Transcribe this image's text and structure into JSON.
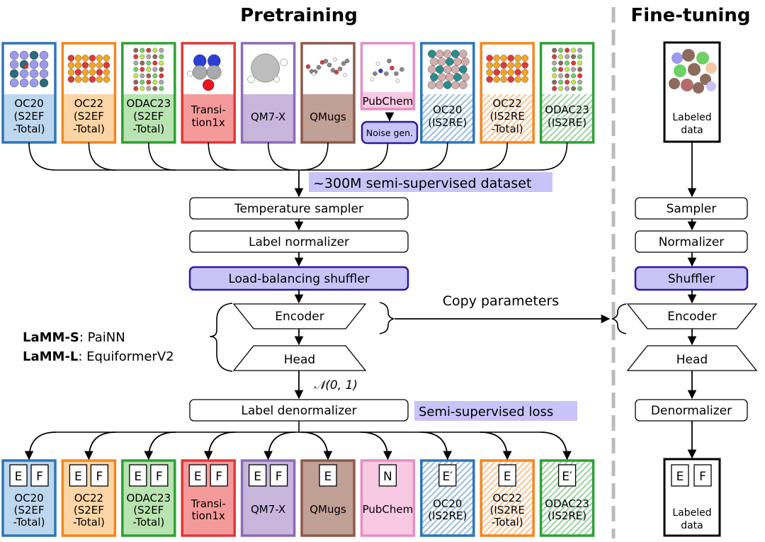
{
  "titles": {
    "pretraining": "Pretraining",
    "finetuning": "Fine-tuning"
  },
  "datasets": [
    {
      "id": "oc20",
      "lines": [
        "OC20",
        "(S2EF",
        "-Total)"
      ],
      "color": "#2e75b6",
      "light": "#bdd7ee",
      "style": "solid",
      "thumb": "purple-slab",
      "outputs": [
        "E",
        "F"
      ]
    },
    {
      "id": "oc22",
      "lines": [
        "OC22",
        "(S2EF",
        "-Total)"
      ],
      "color": "#f4861f",
      "light": "#fbd5a6",
      "style": "solid",
      "thumb": "orange-slab",
      "outputs": [
        "E",
        "F"
      ]
    },
    {
      "id": "odac23",
      "lines": [
        "ODAC23",
        "(S2EF",
        "-Total)"
      ],
      "color": "#2fa035",
      "light": "#b9e3b1",
      "style": "solid",
      "thumb": "mof-cube",
      "outputs": [
        "E",
        "F"
      ]
    },
    {
      "id": "transition1x",
      "lines": [
        "Transi-",
        "tion1x"
      ],
      "color": "#e03838",
      "light": "#f49a9a",
      "style": "solid",
      "thumb": "small-molecule",
      "outputs": [
        "E",
        "F"
      ]
    },
    {
      "id": "qm7x",
      "lines": [
        "QM7-X"
      ],
      "color": "#8c6bb8",
      "light": "#c9b6dd",
      "style": "solid",
      "thumb": "grey-molecule",
      "outputs": [
        "E",
        "F"
      ]
    },
    {
      "id": "qmugs",
      "lines": [
        "QMugs"
      ],
      "color": "#8b5a4a",
      "light": "#c1a096",
      "style": "solid",
      "thumb": "drug-molecule",
      "outputs": [
        "E"
      ]
    },
    {
      "id": "pubchem",
      "lines": [
        "PubChem"
      ],
      "color": "#e58fc4",
      "light": "#f7c9e3",
      "style": "solid",
      "thumb": "organic-molecule",
      "outputs": [
        "N"
      ]
    },
    {
      "id": "oc20-is2re",
      "lines": [
        "OC20",
        "(IS2RE)"
      ],
      "color": "#2e75b6",
      "light": "#bdd7ee",
      "style": "hatched",
      "thumb": "teal-slab",
      "outputs": [
        "E′"
      ]
    },
    {
      "id": "oc22-is2re",
      "lines": [
        "OC22",
        "(IS2RE",
        "-Total)"
      ],
      "color": "#f4861f",
      "light": "#fbd5a6",
      "style": "hatched",
      "thumb": "orange-slab",
      "outputs": [
        "E"
      ]
    },
    {
      "id": "odac23-is2re",
      "lines": [
        "ODAC23",
        "(IS2RE)"
      ],
      "color": "#2fa035",
      "light": "#b9e3b1",
      "style": "hatched",
      "thumb": "mof-cube",
      "outputs": [
        "E′"
      ]
    }
  ],
  "noise_gen": "Noise gen.",
  "dataset_banner": "~300M semi-supervised dataset",
  "pipeline": {
    "temperature_sampler": "Temperature sampler",
    "label_normalizer": "Label normalizer",
    "shuffler": "Load-balancing shuffler",
    "encoder": "Encoder",
    "head": "Head",
    "distribution": "𝒩(0, 1)",
    "denormalizer": "Label denormalizer",
    "loss": "Semi-supervised loss"
  },
  "models": [
    {
      "name": "LaMM-S",
      "arch": ": PaiNN"
    },
    {
      "name": "LaMM-L",
      "arch": ": EquiformerV2"
    }
  ],
  "copy_parameters": "Copy parameters",
  "finetune": {
    "input_lines": [
      "Labeled",
      "data"
    ],
    "sampler": "Sampler",
    "normalizer": "Normalizer",
    "shuffler": "Shuffler",
    "encoder": "Encoder",
    "head": "Head",
    "denormalizer": "Denormalizer",
    "output_lines": [
      "Labeled",
      "data"
    ],
    "outputs": [
      "E",
      "F"
    ]
  },
  "colors": {
    "accent_purple": "#c9c3f7",
    "accent_border": "#2a1a9a",
    "divider": "#bbbbbb"
  }
}
